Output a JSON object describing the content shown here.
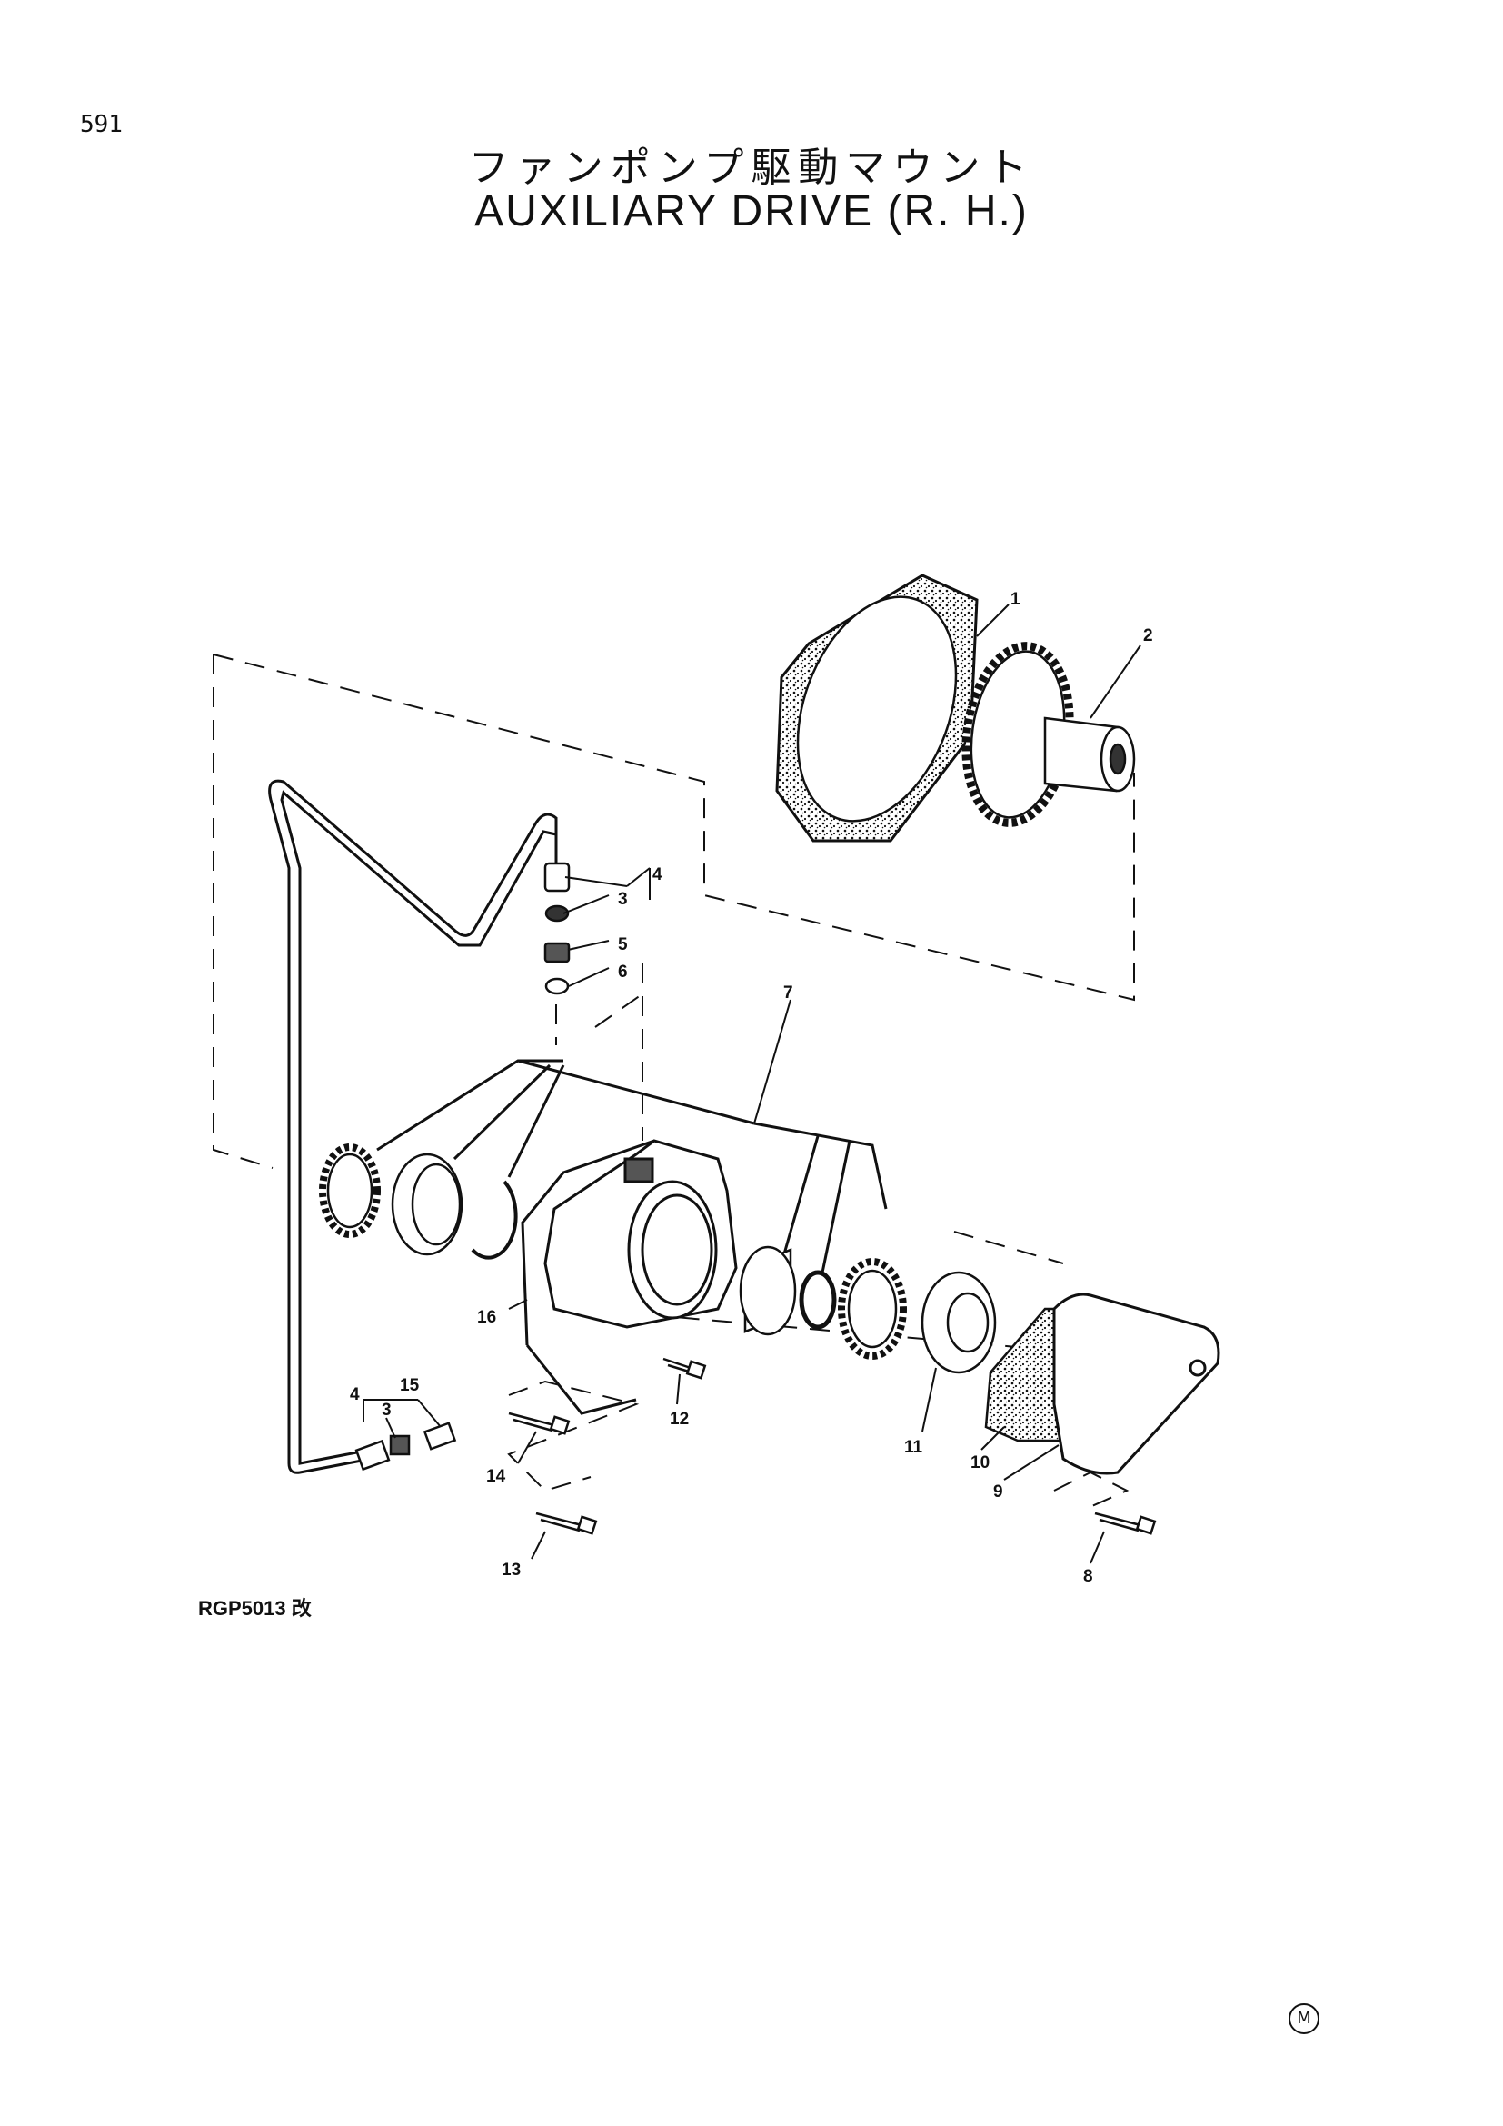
{
  "page": {
    "number": "591"
  },
  "title": {
    "japanese": "ファンポンプ駆動マウント",
    "english": "AUXILIARY DRIVE (R. H.)"
  },
  "reference_code": "RGP5013 改",
  "footer_mark": "M",
  "callouts": [
    {
      "id": "c1",
      "label": "1"
    },
    {
      "id": "c2",
      "label": "2"
    },
    {
      "id": "c3a",
      "label": "3"
    },
    {
      "id": "c4a",
      "label": "4"
    },
    {
      "id": "c5",
      "label": "5"
    },
    {
      "id": "c6",
      "label": "6"
    },
    {
      "id": "c7",
      "label": "7"
    },
    {
      "id": "c16",
      "label": "16"
    },
    {
      "id": "c4b",
      "label": "4"
    },
    {
      "id": "c15",
      "label": "15"
    },
    {
      "id": "c3b",
      "label": "3"
    },
    {
      "id": "c12",
      "label": "12"
    },
    {
      "id": "c14",
      "label": "14"
    },
    {
      "id": "c13",
      "label": "13"
    },
    {
      "id": "c11",
      "label": "11"
    },
    {
      "id": "c10",
      "label": "10"
    },
    {
      "id": "c9",
      "label": "9"
    },
    {
      "id": "c8",
      "label": "8"
    }
  ]
}
